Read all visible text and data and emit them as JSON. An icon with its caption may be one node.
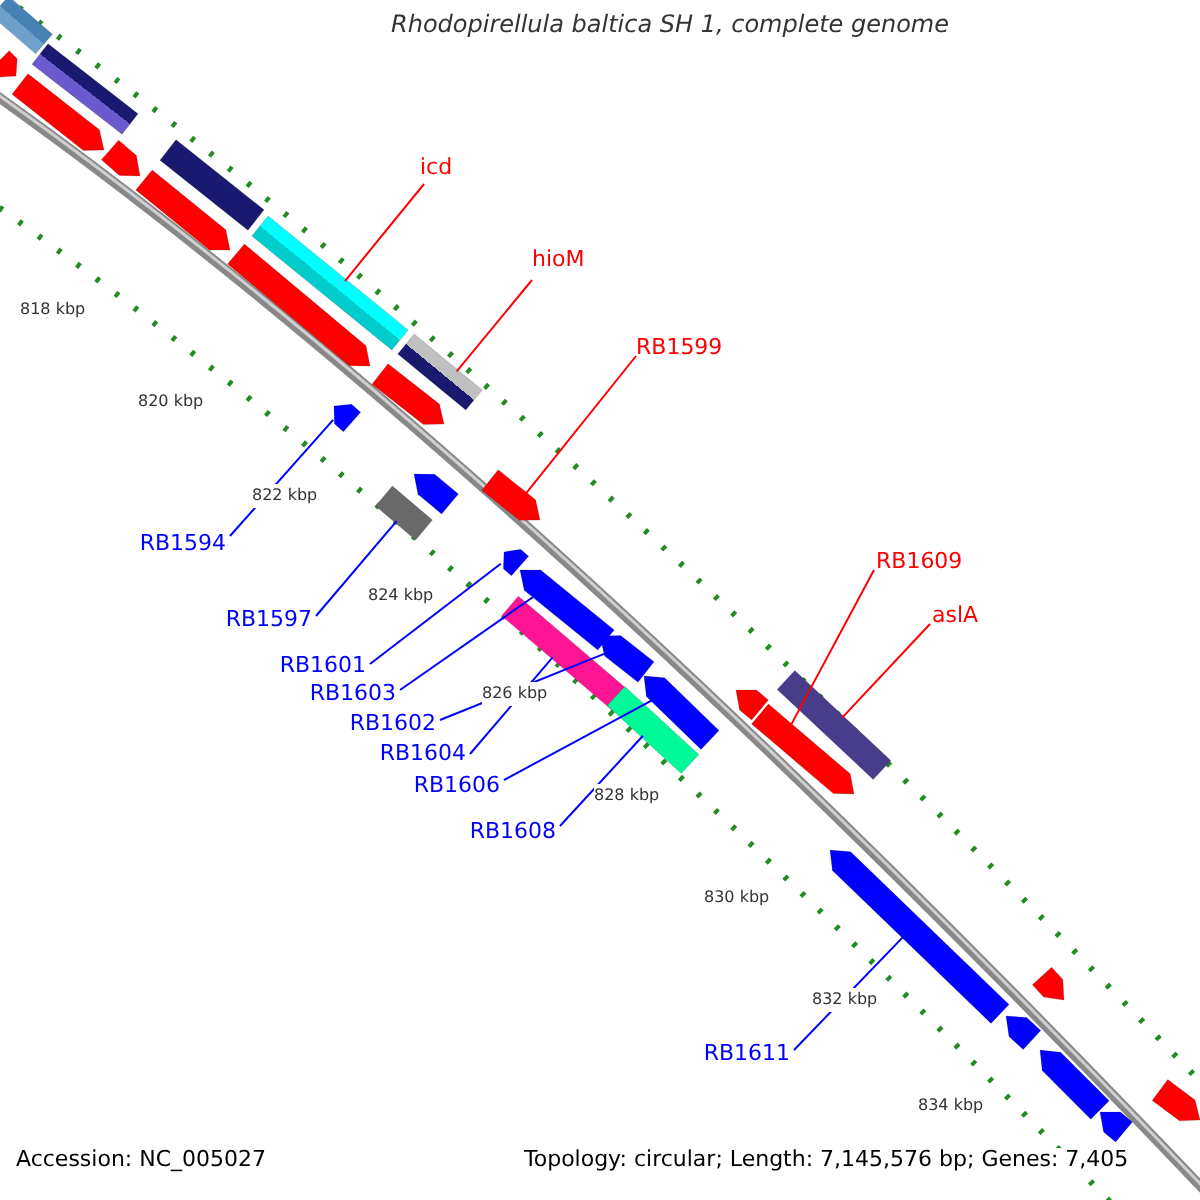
{
  "diagram": {
    "title": "Rhodopirellula baltica SH 1, complete genome",
    "nodes": [
      {
        "text": [
          "icd"
        ]
      },
      {
        "text": [
          "hioM"
        ]
      },
      {
        "text": [
          "RB1599"
        ]
      },
      {
        "text": [
          "RB1594"
        ]
      },
      {
        "text": [
          "RB1609"
        ]
      },
      {
        "text": [
          "RB1597"
        ]
      },
      {
        "text": [
          "aslA"
        ]
      },
      {
        "text": [
          "RB1601"
        ]
      },
      {
        "text": [
          "RB1603"
        ]
      },
      {
        "text": [
          "RB1602"
        ]
      },
      {
        "text": [
          "RB1604"
        ]
      },
      {
        "text": [
          "RB1606"
        ]
      },
      {
        "text": [
          "RB1608"
        ]
      },
      {
        "text": [
          "RB1611"
        ]
      },
      {
        "text": [],
        "shape": "bar"
      },
      {
        "text": [],
        "shape": "bar"
      },
      {
        "text": [],
        "shape": "bar"
      },
      {
        "text": [],
        "shape": "bar"
      },
      {
        "text": [],
        "shape": "bar"
      },
      {
        "text": [],
        "shape": "bar"
      },
      {
        "text": [],
        "shape": "bar"
      },
      {
        "text": [],
        "shape": "bar"
      },
      {
        "text": [],
        "shape": "bar"
      },
      {
        "text": [],
        "shape": "bar"
      },
      {
        "text": [],
        "shape": "bar"
      },
      {
        "text": [],
        "shape": "bar"
      },
      {
        "text": [],
        "shape": "bar"
      },
      {
        "text": [],
        "shape": "bar"
      },
      {
        "text": [],
        "shape": "bar"
      },
      {
        "text": [],
        "shape": "bar"
      },
      {
        "text": [],
        "shape": "bar"
      },
      {
        "text": [],
        "shape": "bar"
      },
      {
        "text": [],
        "shape": "bar"
      },
      {
        "text": [],
        "shape": "bar"
      },
      {
        "text": [],
        "shape": "bar"
      },
      {
        "text": [],
        "shape": "bar"
      },
      {
        "text": [],
        "shape": "bar"
      },
      {
        "text": [],
        "shape": "bar"
      },
      {
        "text": [],
        "shape": "bar"
      },
      {
        "text": [],
        "shape": "bar"
      },
      {
        "text": [],
        "shape": "bar"
      },
      {
        "text": [],
        "shape": "bar"
      },
      {
        "text": [],
        "shape": "bar"
      },
      {
        "text": [],
        "shape": "bar"
      }
    ],
    "edges": [
      {
        "from": 0,
        "to": 21,
        "arrow": "none",
        "color": "#ff0000"
      },
      {
        "from": 1,
        "to": 25,
        "arrow": "none",
        "color": "#ff0000"
      },
      {
        "from": 2,
        "to": 28,
        "arrow": "none",
        "color": "#ff0000"
      },
      {
        "from": 3,
        "to": 23,
        "arrow": "none"
      },
      {
        "from": 4,
        "to": 36,
        "arrow": "none",
        "color": "#ff0000"
      },
      {
        "from": 5,
        "to": 26,
        "arrow": "none"
      },
      {
        "from": 6,
        "to": 37,
        "arrow": "none",
        "color": "#ff0000"
      },
      {
        "from": 7,
        "to": 29,
        "arrow": "none"
      },
      {
        "from": 8,
        "to": 30,
        "arrow": "none"
      },
      {
        "from": 9,
        "to": 32,
        "arrow": "none"
      },
      {
        "from": 10,
        "to": 31,
        "arrow": "none"
      },
      {
        "from": 11,
        "to": 34,
        "arrow": "none"
      },
      {
        "from": 12,
        "to": 33,
        "arrow": "none"
      },
      {
        "from": 13,
        "to": 38,
        "arrow": "none"
      }
    ],
    "labels": [
      "818 kbp",
      "820 kbp",
      "822 kbp",
      "824 kbp",
      "826 kbp",
      "828 kbp",
      "830 kbp",
      "832 kbp",
      "834 kbp",
      "Accession: NC_005027",
      "Topology: circular; Length: 7,145,576 bp; Genes: 7,405"
    ]
  }
}
